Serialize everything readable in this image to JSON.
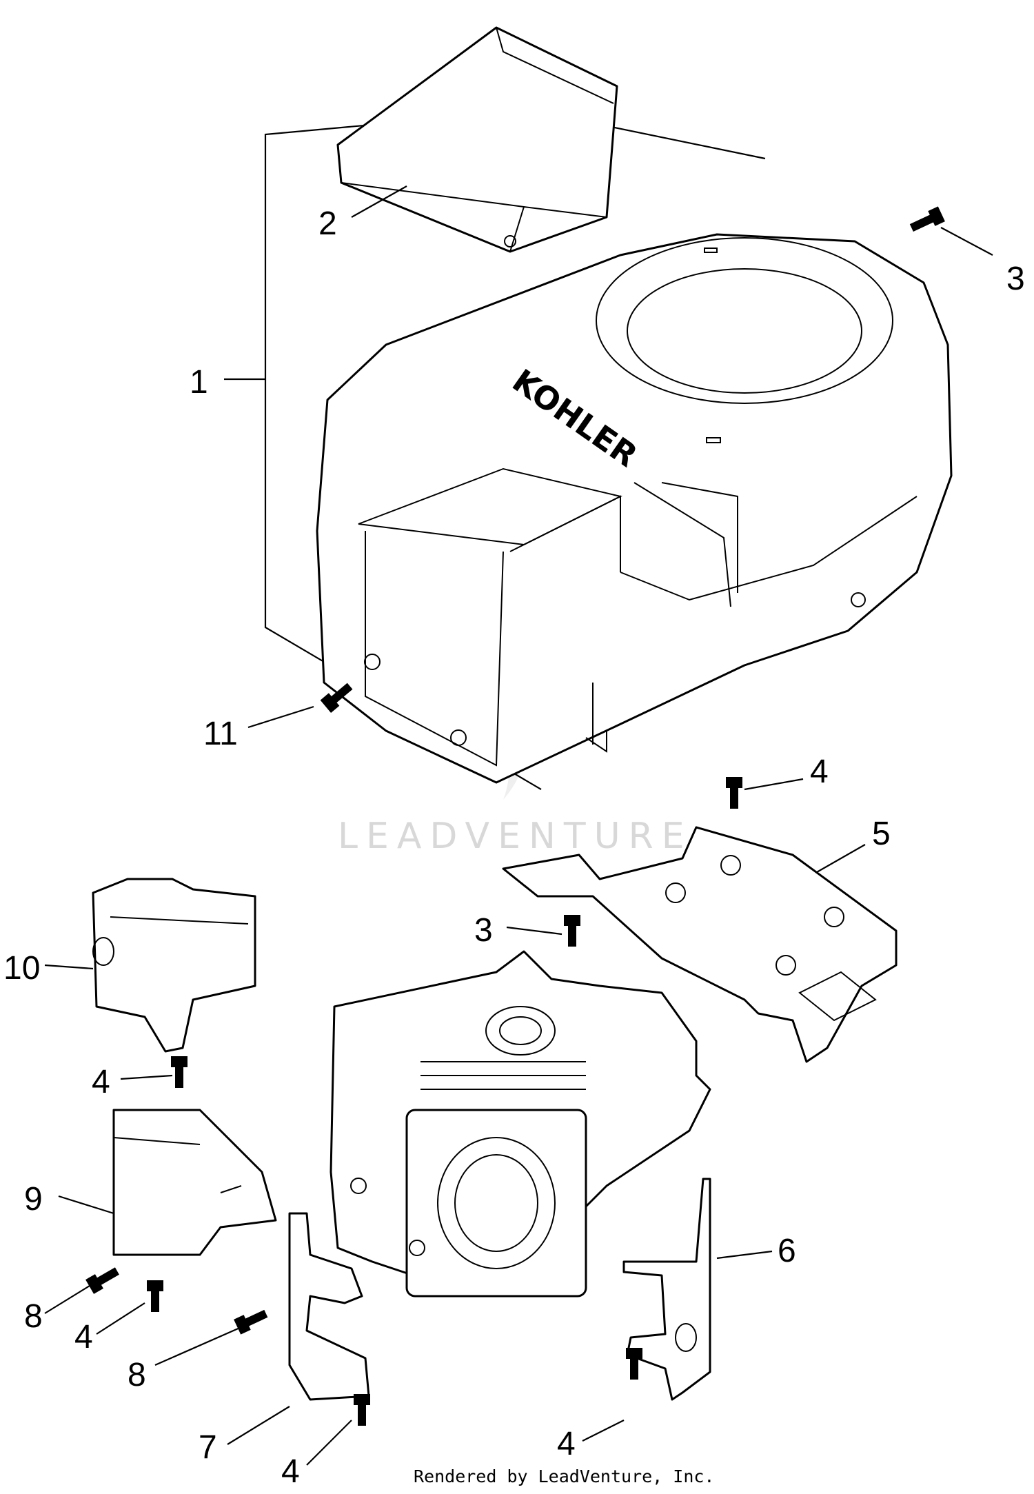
{
  "watermark": "LEADVENTURE",
  "footer": "Rendered by LeadVenture, Inc.",
  "brand_logo": "KOHLER",
  "callouts": [
    "1",
    "2",
    "3",
    "3",
    "4",
    "4",
    "4",
    "4",
    "4",
    "5",
    "6",
    "7",
    "8",
    "8",
    "9",
    "10",
    "11"
  ]
}
